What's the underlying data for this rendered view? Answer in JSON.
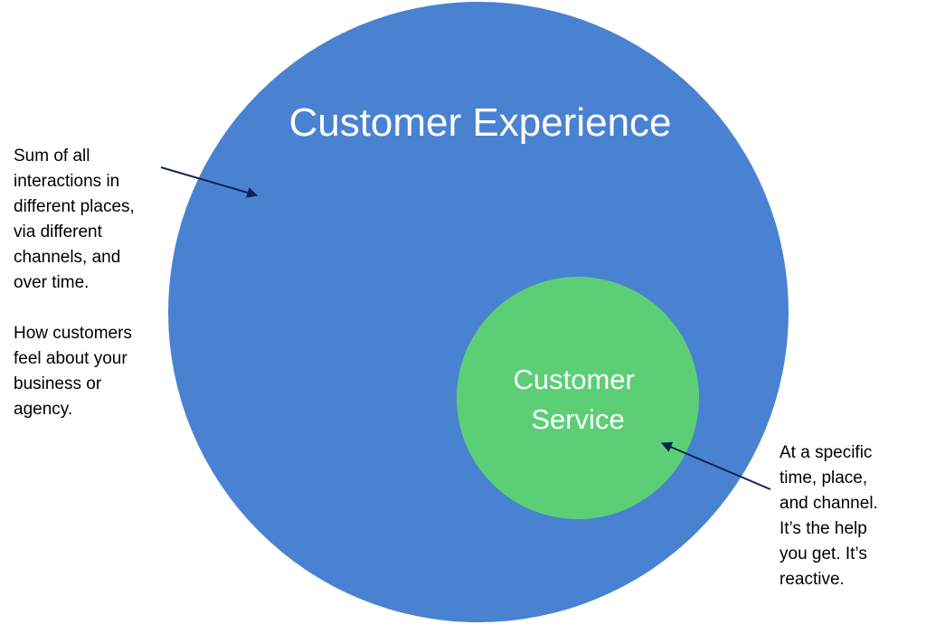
{
  "outer_circle": {
    "label": "Customer Experience",
    "color": "#4a82d2"
  },
  "inner_circle": {
    "label_lines": [
      "Customer",
      "Service"
    ],
    "color": "#5ccf76"
  },
  "left_note": {
    "paragraph1": [
      "Sum of all",
      "interactions in",
      "different places,",
      "via different",
      "channels, and",
      "over time."
    ],
    "paragraph2": [
      "How customers",
      "feel about your",
      "business or",
      "agency."
    ]
  },
  "right_note": {
    "lines": [
      "At a specific",
      "time, place,",
      "and channel.",
      "It’s the help",
      "you get. It’s",
      "reactive."
    ]
  },
  "arrow_color": "#0d2454"
}
